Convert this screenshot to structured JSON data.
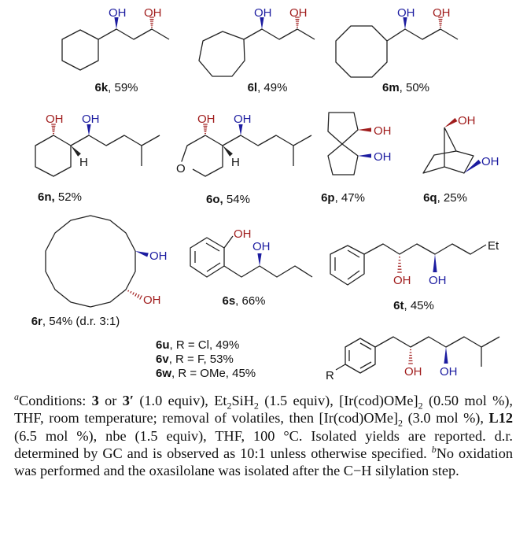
{
  "atoms": {
    "oh": "OH",
    "h": "H",
    "o": "O",
    "et": "Et",
    "r": "R"
  },
  "colors": {
    "wedge_blue": "#1c1ca0",
    "hash_red": "#a01c1c",
    "bond": "#222222"
  },
  "compounds": [
    {
      "id": "6k",
      "rest": ", 59%"
    },
    {
      "id": "6l",
      "rest": ", 49%"
    },
    {
      "id": "6m",
      "rest": ", 50%"
    },
    {
      "id": "6n,",
      "rest": " 52%"
    },
    {
      "id": "6o,",
      "rest": " 54%"
    },
    {
      "id": "6p",
      "rest": ", 47%"
    },
    {
      "id": "6q",
      "rest": ", 25%"
    },
    {
      "id": "6r",
      "rest": ", 54% (d.r. 3:1)"
    },
    {
      "id": "6s",
      "rest": ", 66%"
    },
    {
      "id": "6t",
      "rest": ", 45%"
    }
  ],
  "r_series": [
    {
      "id": "6u",
      "rest": ", R = Cl, 49%"
    },
    {
      "id": "6v",
      "rest": ", R = F, 53%"
    },
    {
      "id": "6w",
      "rest": ", R = OMe, 45%"
    }
  ],
  "footnote": [
    {
      "t": "a",
      "s": "sup"
    },
    {
      "t": "Conditions: "
    },
    {
      "t": "3",
      "s": "b"
    },
    {
      "t": " or "
    },
    {
      "t": "3′",
      "s": "b"
    },
    {
      "t": " (1.0 equiv), Et"
    },
    {
      "t": "2",
      "s": "sub"
    },
    {
      "t": "SiH"
    },
    {
      "t": "2",
      "s": "sub"
    },
    {
      "t": " (1.5 equiv), [Ir(cod)OMe]"
    },
    {
      "t": "2",
      "s": "sub"
    },
    {
      "t": " (0.50 mol %), THF, room temperature; removal of volatiles, then [Ir(cod)OMe]"
    },
    {
      "t": "2",
      "s": "sub"
    },
    {
      "t": " (3.0 mol %), "
    },
    {
      "t": "L12",
      "s": "b"
    },
    {
      "t": " (6.5 mol %), nbe (1.5 equiv), THF, 100 °C. Isolated yields are reported. d.r. determined by GC and is observed as 10:1 unless otherwise specified. "
    },
    {
      "t": "b",
      "s": "sup"
    },
    {
      "t": "No oxidation was performed and the oxasilolane was isolated after the C−H silylation step."
    }
  ]
}
